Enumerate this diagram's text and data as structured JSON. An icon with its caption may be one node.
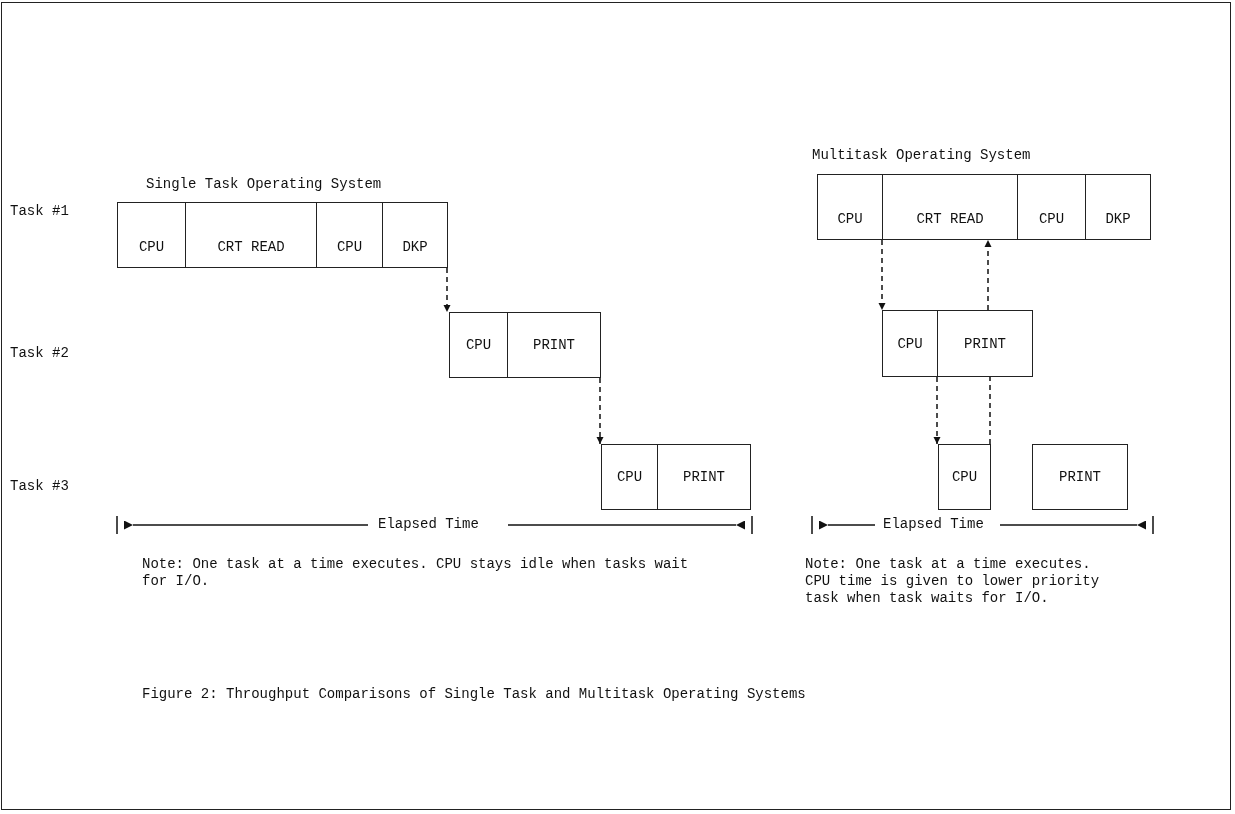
{
  "diagram": {
    "caption": "Figure 2: Throughput Comparisons of Single Task and Multitask Operating Systems",
    "nodes": [
      {
        "text": [
          "CPU"
        ]
      },
      {
        "text": [
          "CRT READ"
        ]
      },
      {
        "text": [
          "CPU"
        ]
      },
      {
        "text": [
          "DKP"
        ]
      },
      {
        "text": [
          "CPU"
        ]
      },
      {
        "text": [
          "PRINT"
        ]
      },
      {
        "text": [
          "CPU"
        ]
      },
      {
        "text": [
          "PRINT"
        ]
      },
      {
        "text": [
          "CPU"
        ]
      },
      {
        "text": [
          "CRT READ"
        ]
      },
      {
        "text": [
          "CPU"
        ]
      },
      {
        "text": [
          "DKP"
        ]
      },
      {
        "text": [
          "CPU"
        ]
      },
      {
        "text": [
          "PRINT"
        ]
      },
      {
        "text": [
          "CPU"
        ]
      },
      {
        "text": [
          "PRINT"
        ]
      }
    ],
    "edges": [
      {
        "from": 3,
        "to": 4,
        "arrow": "to",
        "style": "dashed"
      },
      {
        "from": 5,
        "to": 6,
        "arrow": "to",
        "style": "dashed"
      },
      {
        "from": 8,
        "to": 12,
        "arrow": "to",
        "style": "dashed"
      },
      {
        "from": 13,
        "to": 9,
        "arrow": "to",
        "style": "dashed"
      },
      {
        "from": 12,
        "to": 14,
        "arrow": "to",
        "style": "dashed"
      },
      {
        "from": 14,
        "to": 13,
        "arrow": "none",
        "style": "dashed"
      }
    ],
    "labels": [
      "Multitask Operating System",
      "Single Task Operating System",
      "Task #1",
      "Task #2",
      "Task #3",
      "Elapsed Time",
      "Elapsed Time",
      "Note: One task at a time executes. CPU stays idle when tasks wait for I/O.",
      "Note: One task at a time executes. CPU time is given to lower priority task when task waits for I/O."
    ]
  }
}
